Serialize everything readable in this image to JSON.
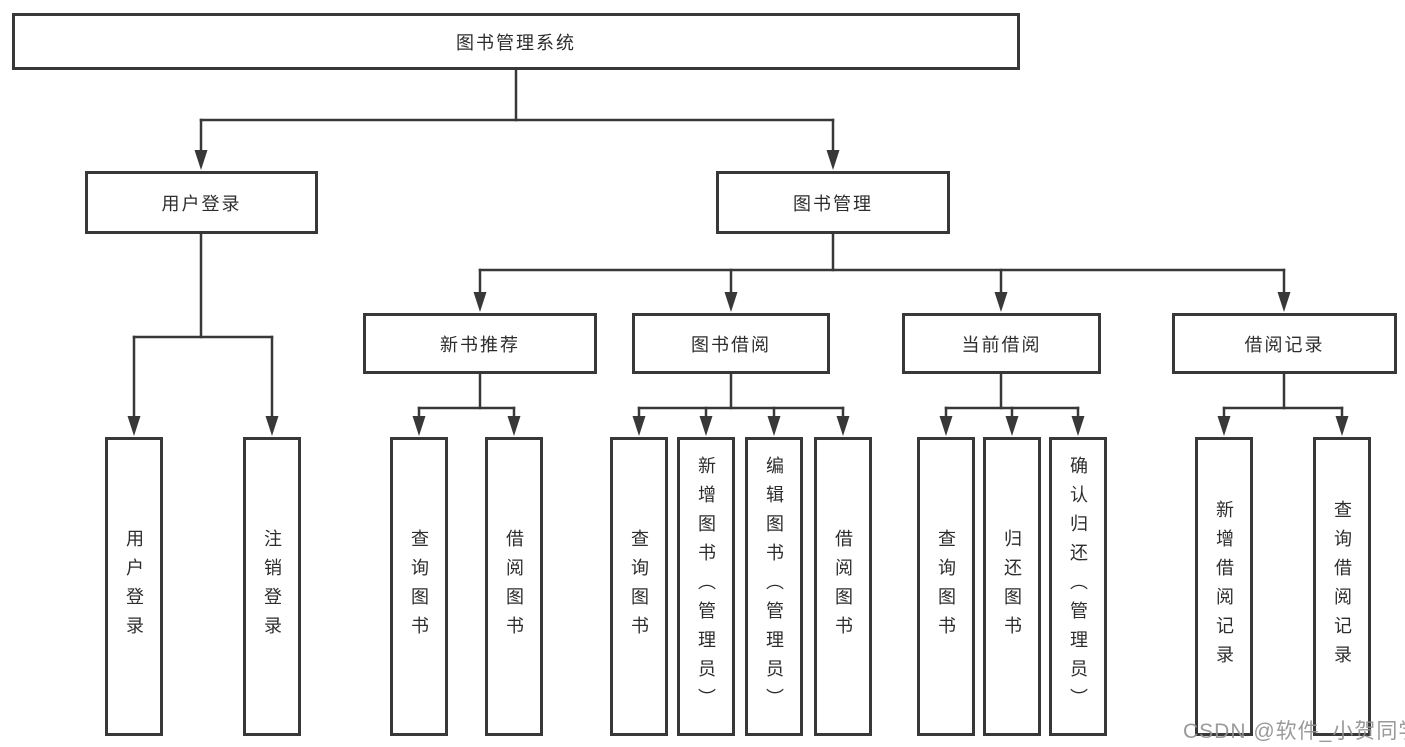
{
  "diagram": {
    "watermark": "CSDN @软件_小贺同学",
    "colors": {
      "line": "#383838",
      "text": "#2d2d2d",
      "watermark": "#919191",
      "background": "#ffffff"
    },
    "root": {
      "label": "图书管理系统"
    },
    "branches": [
      {
        "label": "用户登录",
        "children": [
          {
            "label": "用户登录"
          },
          {
            "label": "注销登录"
          }
        ]
      },
      {
        "label": "图书管理",
        "children": [
          {
            "label": "新书推荐",
            "children": [
              {
                "label": "查询图书"
              },
              {
                "label": "借阅图书"
              }
            ]
          },
          {
            "label": "图书借阅",
            "children": [
              {
                "label": "查询图书"
              },
              {
                "label": "新增图书（管理员）"
              },
              {
                "label": "编辑图书（管理员）"
              },
              {
                "label": "借阅图书"
              }
            ]
          },
          {
            "label": "当前借阅",
            "children": [
              {
                "label": "查询图书"
              },
              {
                "label": "归还图书"
              },
              {
                "label": "确认归还（管理员）"
              }
            ]
          },
          {
            "label": "借阅记录",
            "children": [
              {
                "label": "新增借阅记录"
              },
              {
                "label": "查询借阅记录"
              }
            ]
          }
        ]
      }
    ]
  }
}
